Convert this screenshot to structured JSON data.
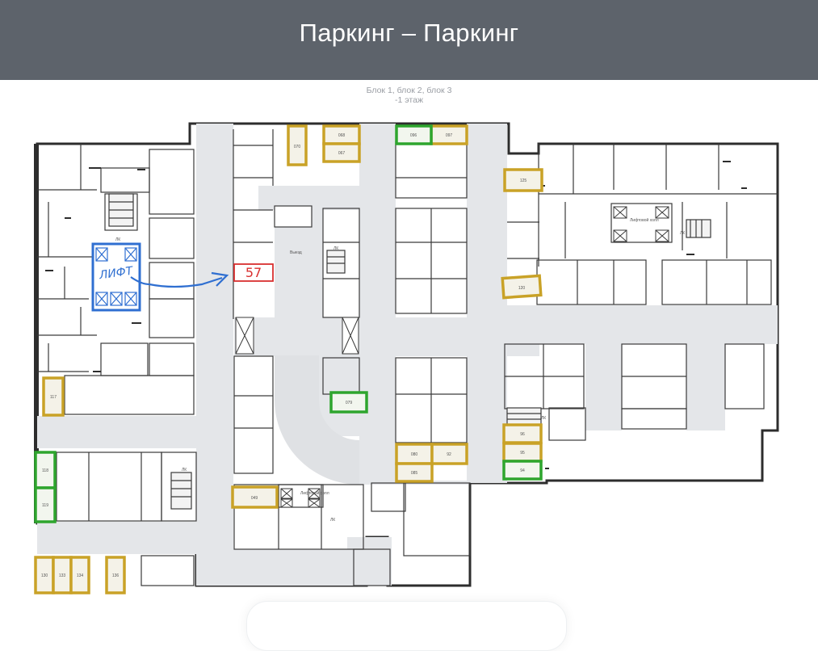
{
  "header": {
    "title": "Паркинг – Паркинг"
  },
  "plan": {
    "subtitle_line1": "Блок 1, блок 2, блок 3",
    "subtitle_line2": "-1 этаж",
    "exit_label": "Выезд",
    "lift_hall_label": "Лифтовой холл",
    "stair_label": "ЛК",
    "handwritten_lift": "ЛИФТ",
    "handwritten_spot": "57",
    "spot_labels": {
      "s070": "070",
      "s068": "068",
      "s067": "067",
      "s096": "096",
      "s097": "097",
      "s125": "125",
      "s120": "120",
      "s079": "079",
      "s117": "117",
      "s080": "080",
      "s92": "92",
      "s085": "085",
      "s96": "96",
      "s95": "95",
      "s94": "94",
      "s118": "118",
      "s119": "119",
      "s049": "049",
      "s130": "130",
      "s133": "133",
      "s134": "134",
      "s136": "136"
    }
  },
  "colors": {
    "header_bg": "#5d636b",
    "available": "#2ea52e",
    "reserved": "#c9a227",
    "annotation_blue": "#2f6fd1",
    "annotation_red": "#d93030",
    "floor": "#e4e6e9",
    "wall": "#3a3a3a"
  }
}
